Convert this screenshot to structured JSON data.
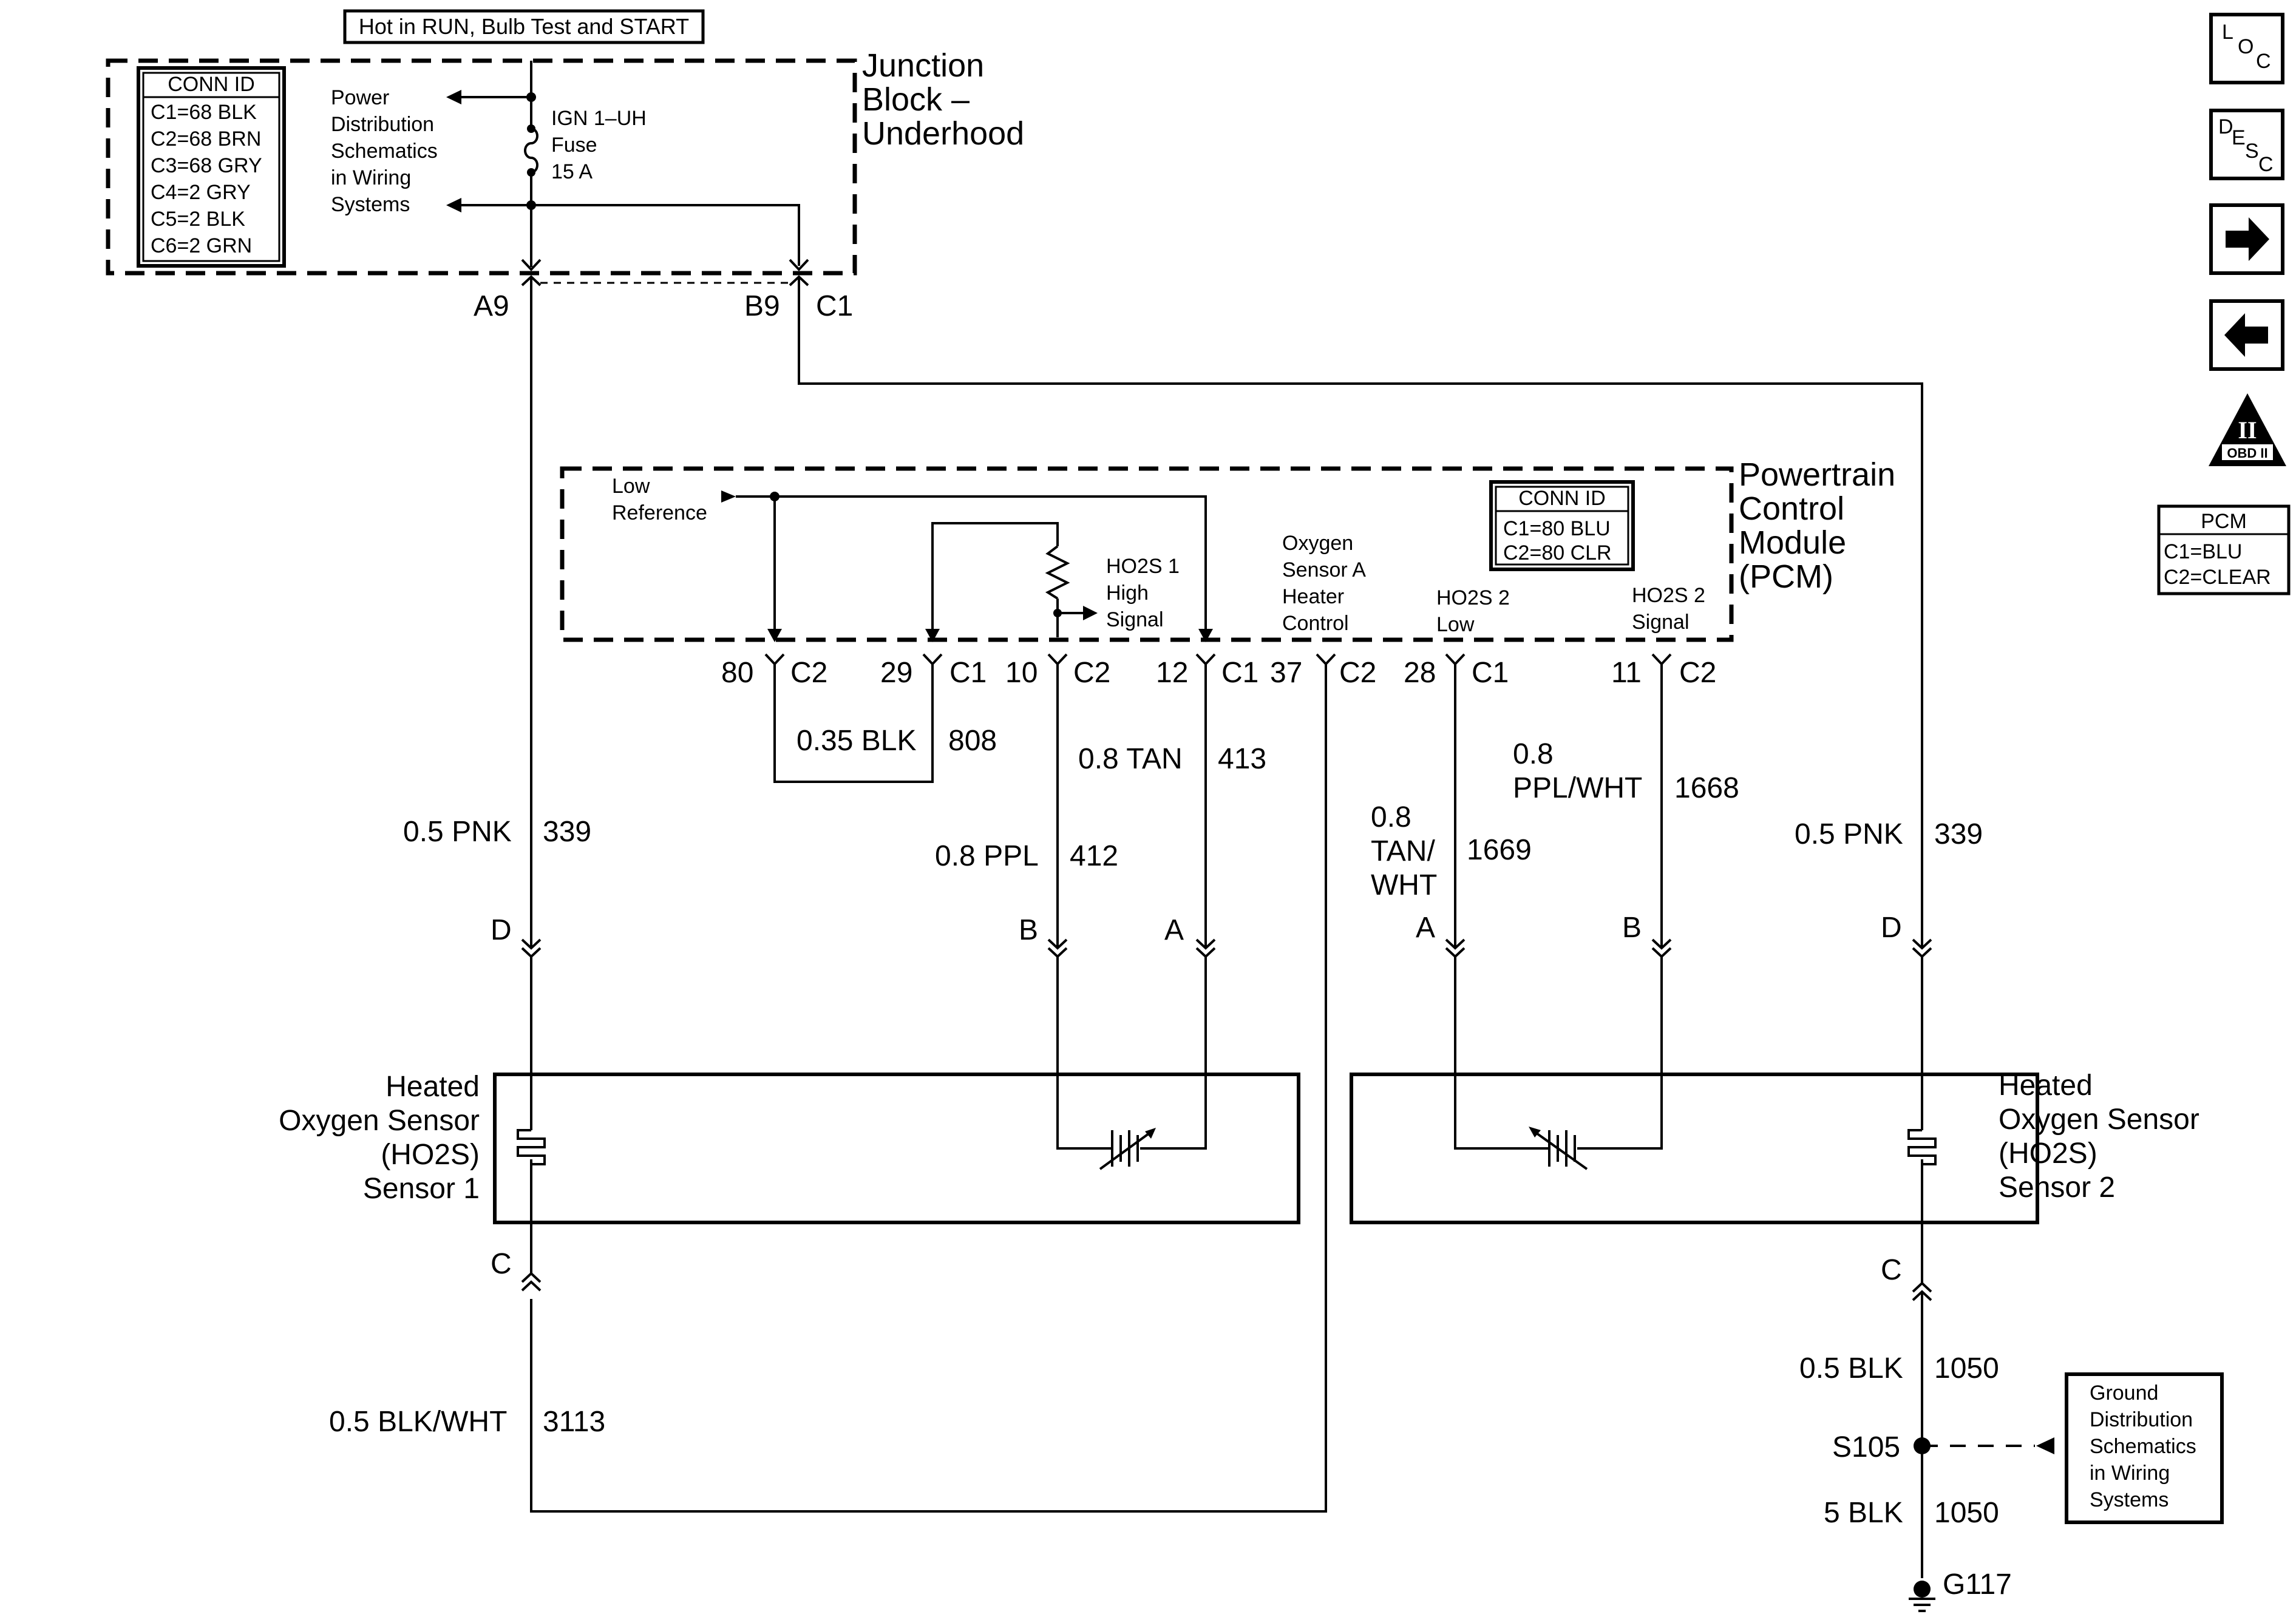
{
  "header": {
    "hot_label": "Hot in RUN, Bulb Test and START"
  },
  "junction_block": {
    "title_lines": [
      "Junction",
      "Block –",
      "Underhood"
    ],
    "conn_id_title": "CONN ID",
    "conn_ids": [
      "C1=68 BLK",
      "C2=68 BRN",
      "C3=68 GRY",
      "C4=2 GRY",
      "C5=2 BLK",
      "C6=2 GRN"
    ],
    "power_dist_lines": [
      "Power",
      "Distribution",
      "Schematics",
      "in Wiring",
      "Systems"
    ],
    "fuse_lines": [
      "IGN 1–UH",
      "Fuse",
      "15 A"
    ],
    "pin_a9": "A9",
    "pin_b9": "B9",
    "conn_c1": "C1"
  },
  "pcm": {
    "title_lines": [
      "Powertrain",
      "Control",
      "Module",
      "(PCM)"
    ],
    "conn_id_title": "CONN ID",
    "conn_ids": [
      "C1=80 BLU",
      "C2=80 CLR"
    ],
    "low_ref_lines": [
      "Low",
      "Reference"
    ],
    "ho2s1_high_lines": [
      "HO2S 1",
      "High",
      "Signal"
    ],
    "oxy_heater_lines": [
      "Oxygen",
      "Sensor A",
      "Heater",
      "Control"
    ],
    "ho2s2_low_lines": [
      "HO2S 2",
      "Low"
    ],
    "ho2s2_signal_lines": [
      "HO2S 2",
      "Signal"
    ],
    "pins": [
      {
        "num": "80",
        "conn": "C2"
      },
      {
        "num": "29",
        "conn": "C1"
      },
      {
        "num": "10",
        "conn": "C2"
      },
      {
        "num": "12",
        "conn": "C1"
      },
      {
        "num": "37",
        "conn": "C2"
      },
      {
        "num": "28",
        "conn": "C1"
      },
      {
        "num": "11",
        "conn": "C2"
      }
    ]
  },
  "wires": {
    "w339_left": {
      "gauge": "0.5 PNK",
      "circuit": "339"
    },
    "w808": {
      "gauge": "0.35 BLK",
      "circuit": "808"
    },
    "w413": {
      "gauge": "0.8 TAN",
      "circuit": "413"
    },
    "w412": {
      "gauge": "0.8 PPL",
      "circuit": "412"
    },
    "w1669": {
      "gauge_lines": [
        "0.8",
        "TAN/",
        "WHT"
      ],
      "circuit": "1669"
    },
    "w1668": {
      "gauge_lines": [
        "0.8",
        "PPL/WHT"
      ],
      "circuit": "1668"
    },
    "w339_right": {
      "gauge": "0.5 PNK",
      "circuit": "339"
    },
    "w3113": {
      "gauge": "0.5 BLK/WHT",
      "circuit": "3113"
    },
    "w1050_top": {
      "gauge": "0.5 BLK",
      "circuit": "1050"
    },
    "w1050_bot": {
      "gauge": "5 BLK",
      "circuit": "1050"
    }
  },
  "sensor_pins": {
    "s1_d": "D",
    "s1_b": "B",
    "s1_a": "A",
    "s1_c": "C",
    "s2_a": "A",
    "s2_b": "B",
    "s2_d": "D",
    "s2_c": "C"
  },
  "sensor1": {
    "label_lines": [
      "Heated",
      "Oxygen Sensor",
      "(HO2S)",
      "Sensor 1"
    ]
  },
  "sensor2": {
    "label_lines": [
      "Heated",
      "Oxygen Sensor",
      "(HO2S)",
      "Sensor 2"
    ]
  },
  "ground": {
    "splice": "S105",
    "ground_id": "G117",
    "ground_dist_lines": [
      "Ground",
      "Distribution",
      "Schematics",
      "in Wiring",
      "Systems"
    ]
  },
  "nav": {
    "loc": [
      "L",
      "O",
      "C"
    ],
    "desc": [
      "D",
      "E",
      "S",
      "C"
    ],
    "next_icon": "arrow-right-icon",
    "prev_icon": "arrow-left-icon",
    "obd_numeral": "II",
    "obd_label": "OBD II",
    "pcm_title": "PCM",
    "pcm_conn": [
      "C1=BLU",
      "C2=CLEAR"
    ]
  }
}
